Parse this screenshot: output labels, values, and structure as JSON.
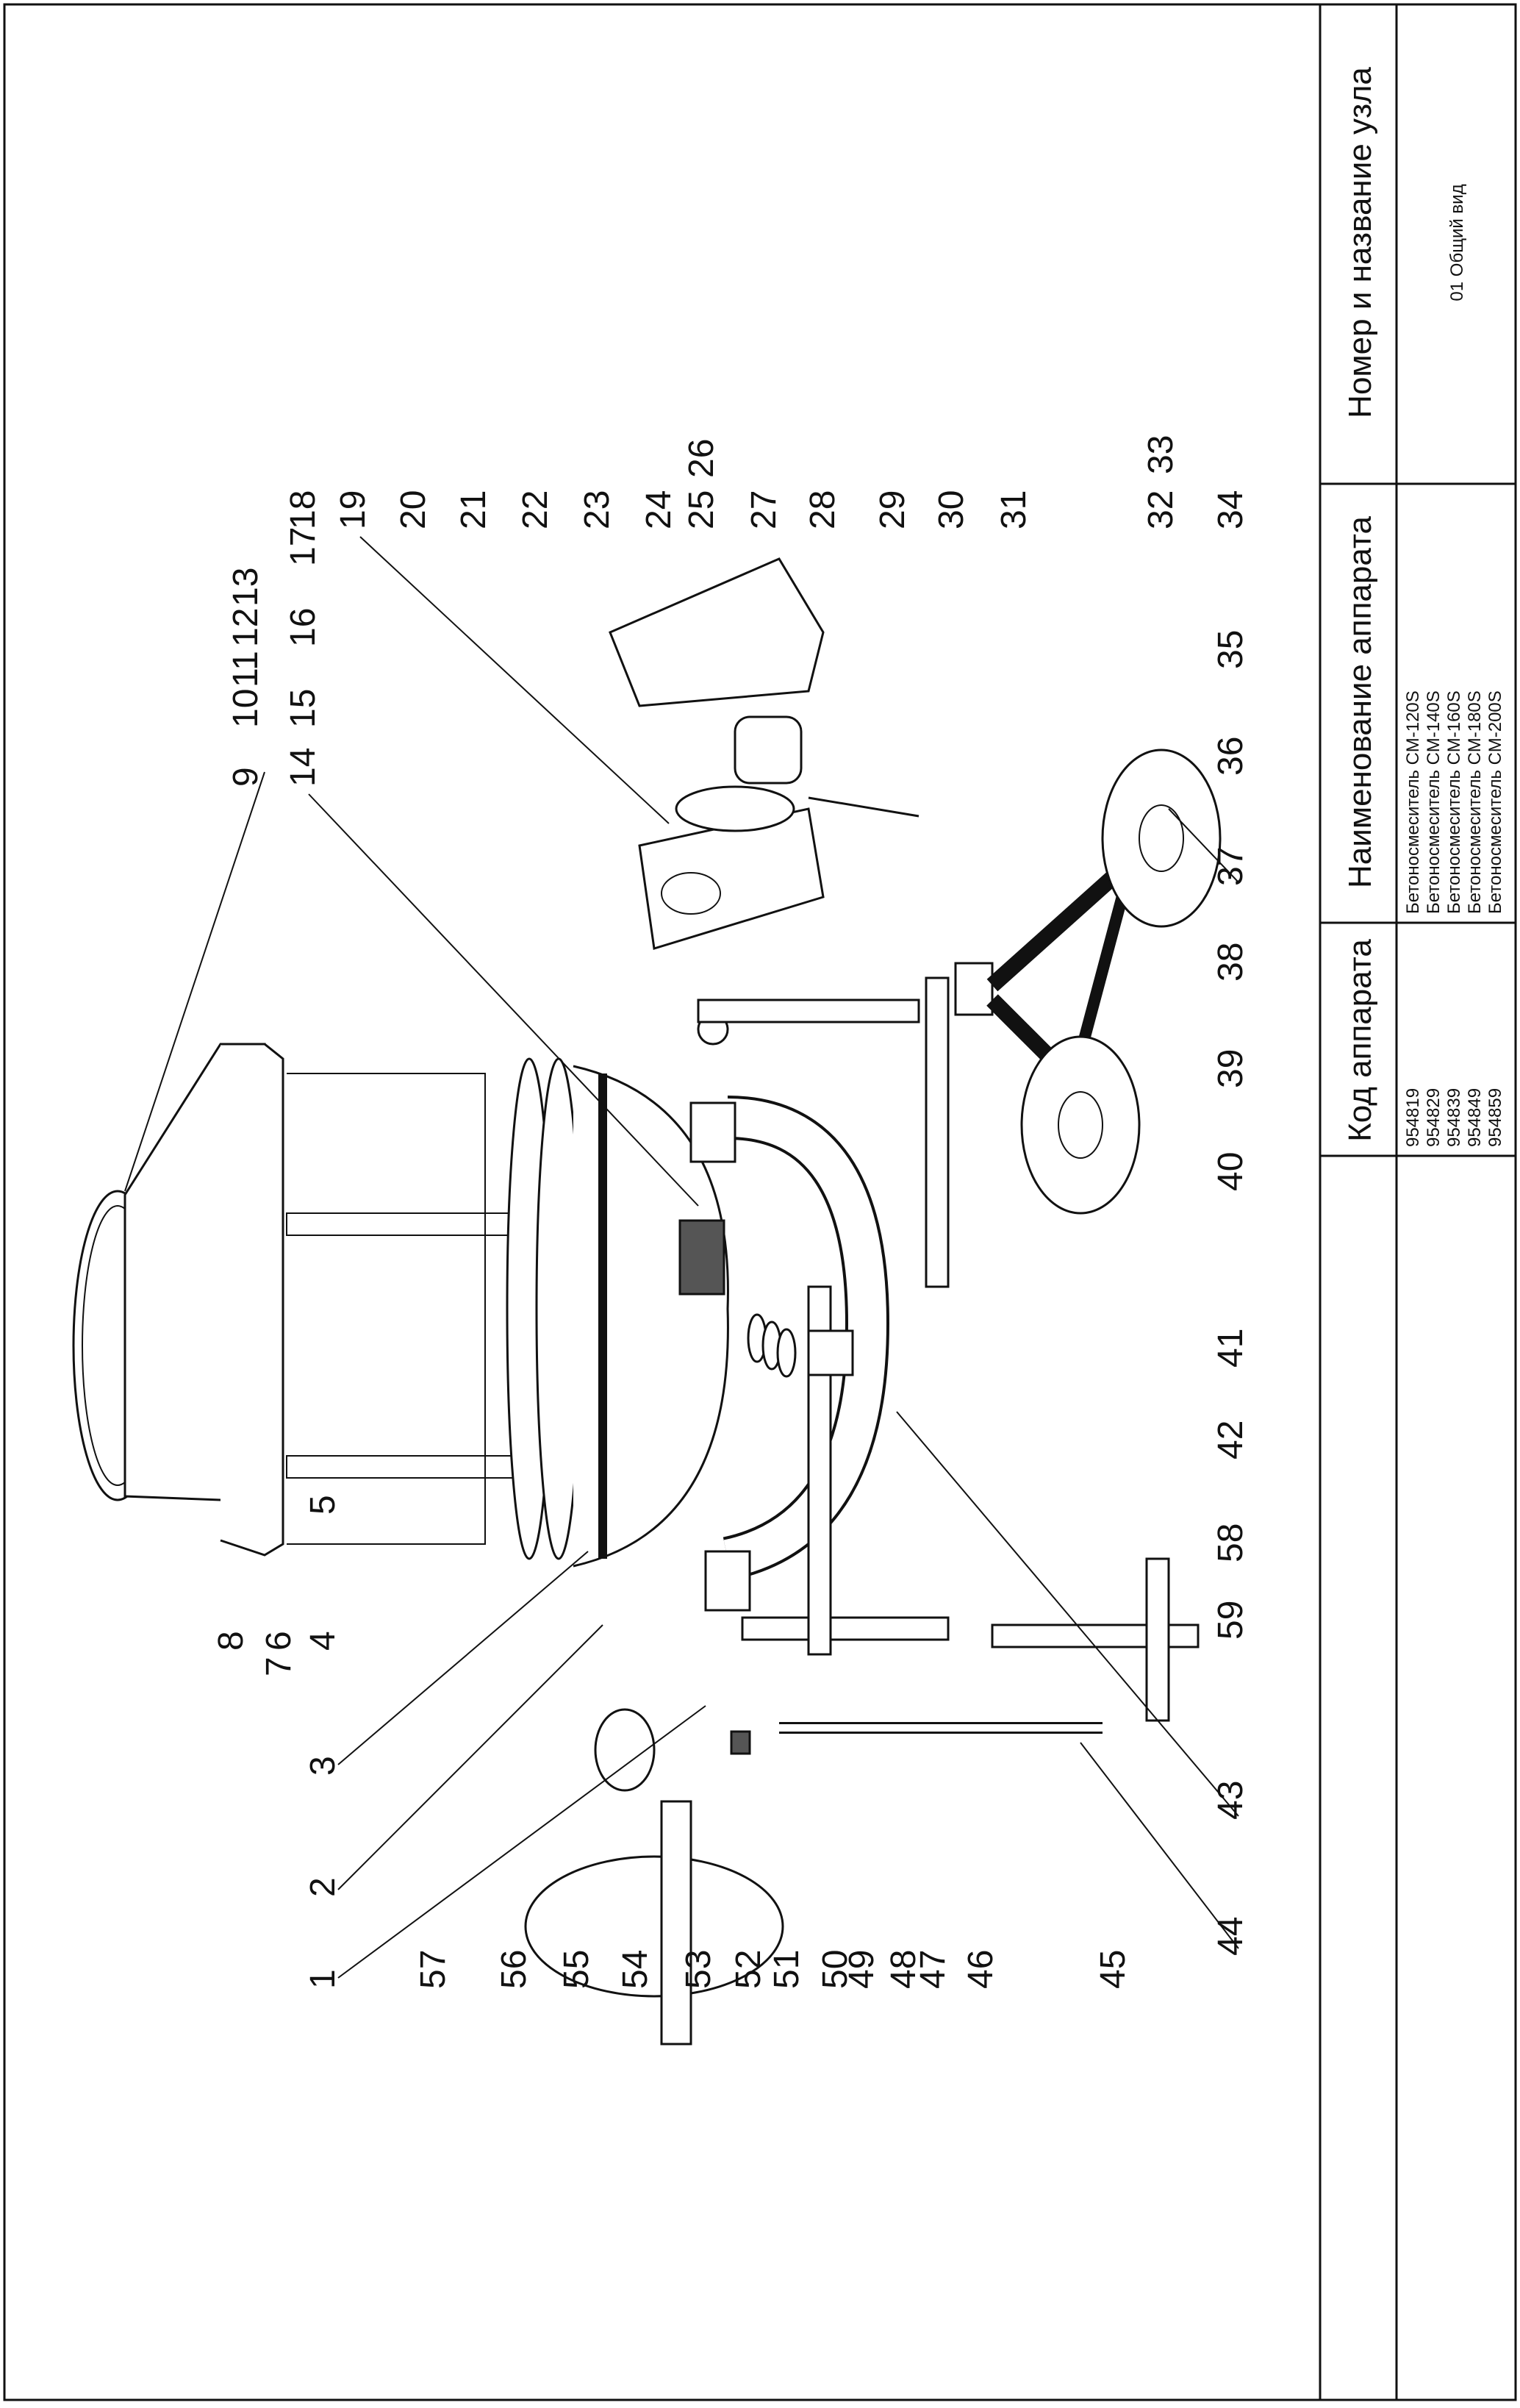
{
  "table": {
    "headers": {
      "code": "Код аппарата",
      "name": "Наименование аппарата",
      "node": "Номер и название узла"
    },
    "rows": [
      {
        "code": "954819",
        "name": "Бетоносмеситель СМ-120S"
      },
      {
        "code": "954829",
        "name": "Бетоносмеситель СМ-140S"
      },
      {
        "code": "954839",
        "name": "Бетоносмеситель СМ-160S"
      },
      {
        "code": "954849",
        "name": "Бетоносмеситель СМ-180S"
      },
      {
        "code": "954859",
        "name": "Бетоносмеситель СМ-200S"
      }
    ],
    "node_value": "01 Общий вид"
  },
  "callouts": {
    "right_row": [
      "9",
      "10",
      "11",
      "12",
      "13",
      "14",
      "15",
      "16",
      "17",
      "18",
      "19",
      "20",
      "21",
      "22",
      "23",
      "24",
      "25",
      "26",
      "27",
      "28",
      "29",
      "30",
      "31",
      "32",
      "33",
      "34",
      "35",
      "36",
      "37",
      "38",
      "39",
      "40",
      "41",
      "42",
      "58",
      "59",
      "43",
      "44",
      "45",
      "46",
      "47",
      "48",
      "49",
      "50",
      "51",
      "52",
      "53",
      "54",
      "55",
      "56",
      "57",
      "1",
      "2",
      "3",
      "4",
      "5",
      "6",
      "7",
      "8"
    ]
  }
}
